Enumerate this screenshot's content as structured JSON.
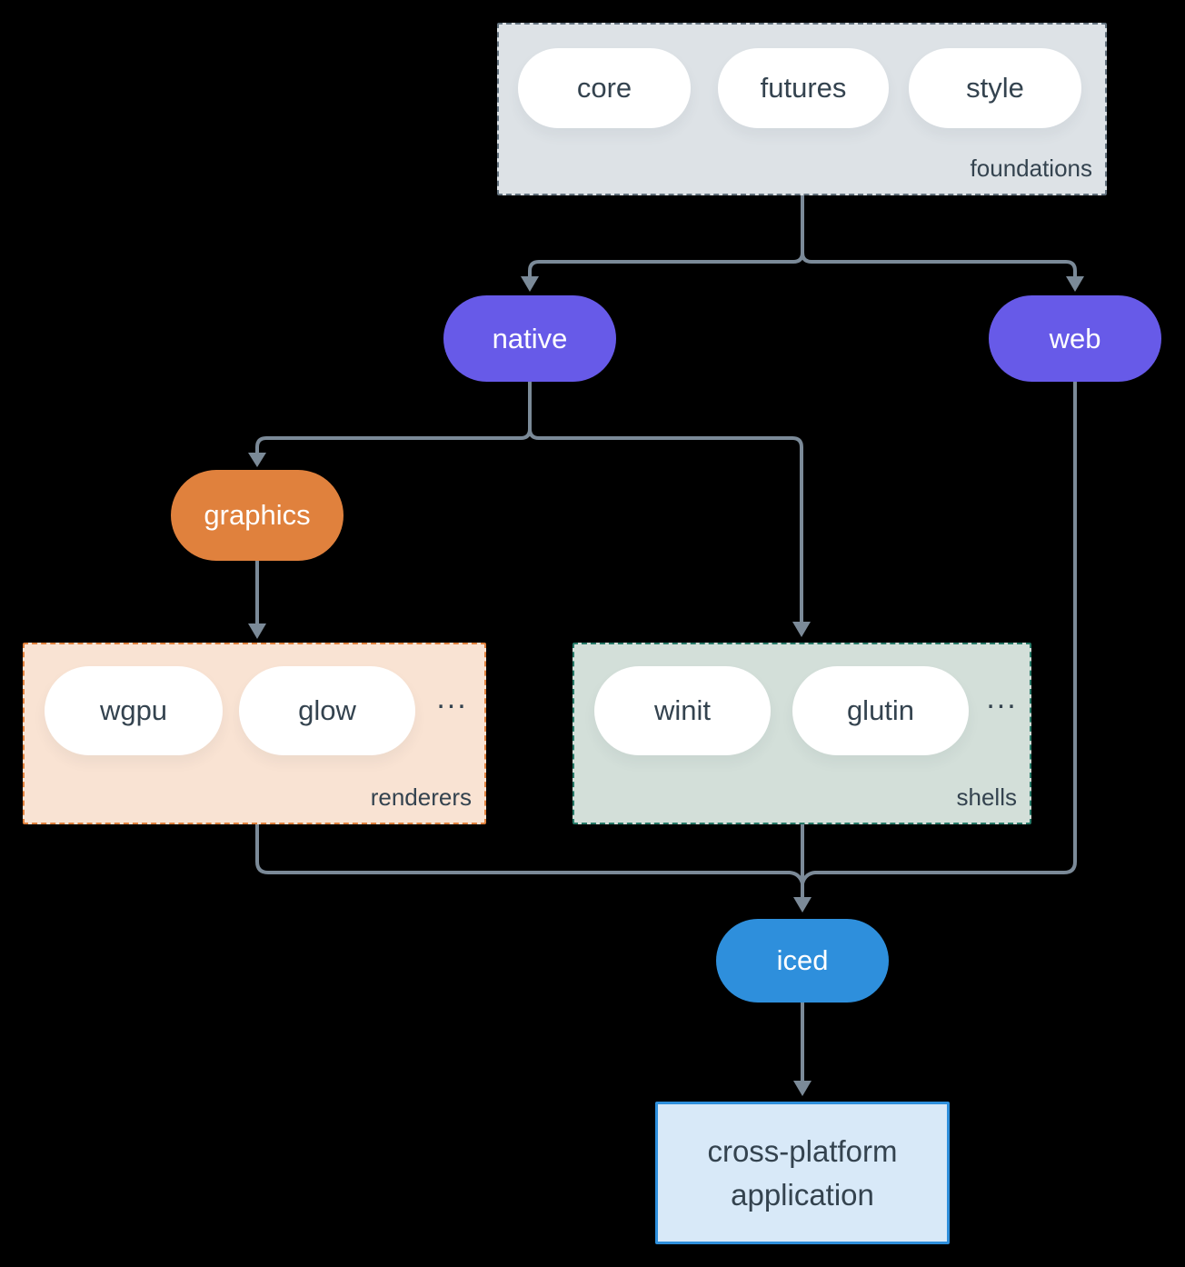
{
  "groups": {
    "foundations": {
      "label": "foundations",
      "pills": [
        "core",
        "futures",
        "style"
      ]
    },
    "renderers": {
      "label": "renderers",
      "pills": [
        "wgpu",
        "glow"
      ],
      "ellipsis": "..."
    },
    "shells": {
      "label": "shells",
      "pills": [
        "winit",
        "glutin"
      ],
      "ellipsis": "..."
    }
  },
  "nodes": {
    "native": "native",
    "web": "web",
    "graphics": "graphics",
    "iced": "iced",
    "application": {
      "line1": "cross-platform",
      "line2": "application"
    }
  },
  "colors": {
    "background": "#000000",
    "arrow": "#7b8a98",
    "node_purple": "#675ae8",
    "node_orange": "#e0813d",
    "node_blue": "#2e8fdc",
    "foundations_fill": "#dde2e6",
    "foundations_border": "#64737f",
    "renderers_fill": "#f9e3d3",
    "renderers_border": "#e0813d",
    "shells_fill": "#d3dfd9",
    "shells_border": "#277a68",
    "application_fill": "#d8e9f8",
    "application_border": "#2e8fdc",
    "text_dark": "#34434f",
    "text_light": "#ffffff"
  }
}
